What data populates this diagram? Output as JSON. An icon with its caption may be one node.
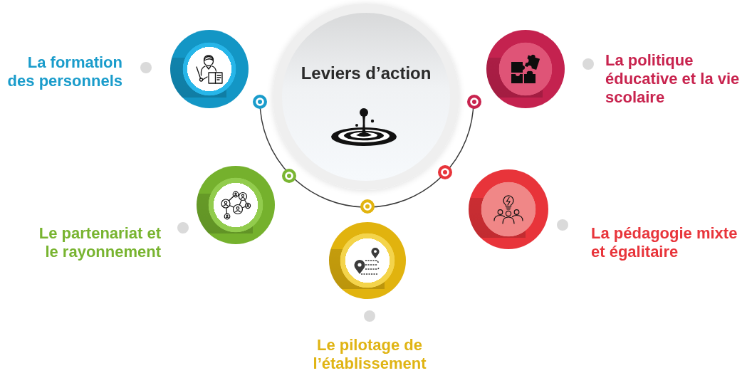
{
  "diagram": {
    "nodes": [
      {
        "text": [
          "Leviers d’action"
        ]
      },
      {
        "text": [],
        "shape": "circle",
        "beside": [
          "La formation des personnels"
        ]
      },
      {
        "text": [],
        "shape": "circle",
        "beside": [
          "La politique éducative et la vie scolaire"
        ]
      },
      {
        "text": [],
        "shape": "circle",
        "beside": [
          "Le partenariat et le rayonnement"
        ]
      },
      {
        "text": [],
        "shape": "circle",
        "beside": [
          "La pédagogie mixte et égalitaire"
        ]
      },
      {
        "text": [],
        "shape": "circle",
        "beside": [
          "Le pilotage de l’établissement"
        ]
      }
    ]
  }
}
